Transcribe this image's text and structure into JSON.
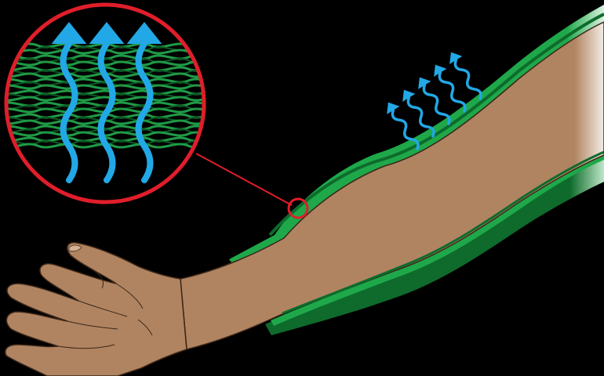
{
  "colors": {
    "background": "#000000",
    "skin": "#b08461",
    "skin_shadow": "#8a6344",
    "skin_outline": "#3b2618",
    "sleeve_bright": "#1ea84a",
    "sleeve_dark": "#0e6b2c",
    "sleeve_highlight": "#bfe8c8",
    "fiber": "#1f9a46",
    "fiber_dark": "#0b5a24",
    "vapor_arrow": "#22a8e6",
    "magnifier_ring": "#e01e2a",
    "callout_line": "#e01e2a"
  },
  "diagram": {
    "magnified_view": {
      "fiber_rows": 9,
      "vapor_arrows": 3
    },
    "sleeve_vapor_arrows": 5
  },
  "icons": {
    "arm": "forearm-with-hand",
    "sleeve": "compression-sleeve",
    "magnifier": "magnifier-circle",
    "vapor": "wavy-up-arrow"
  }
}
